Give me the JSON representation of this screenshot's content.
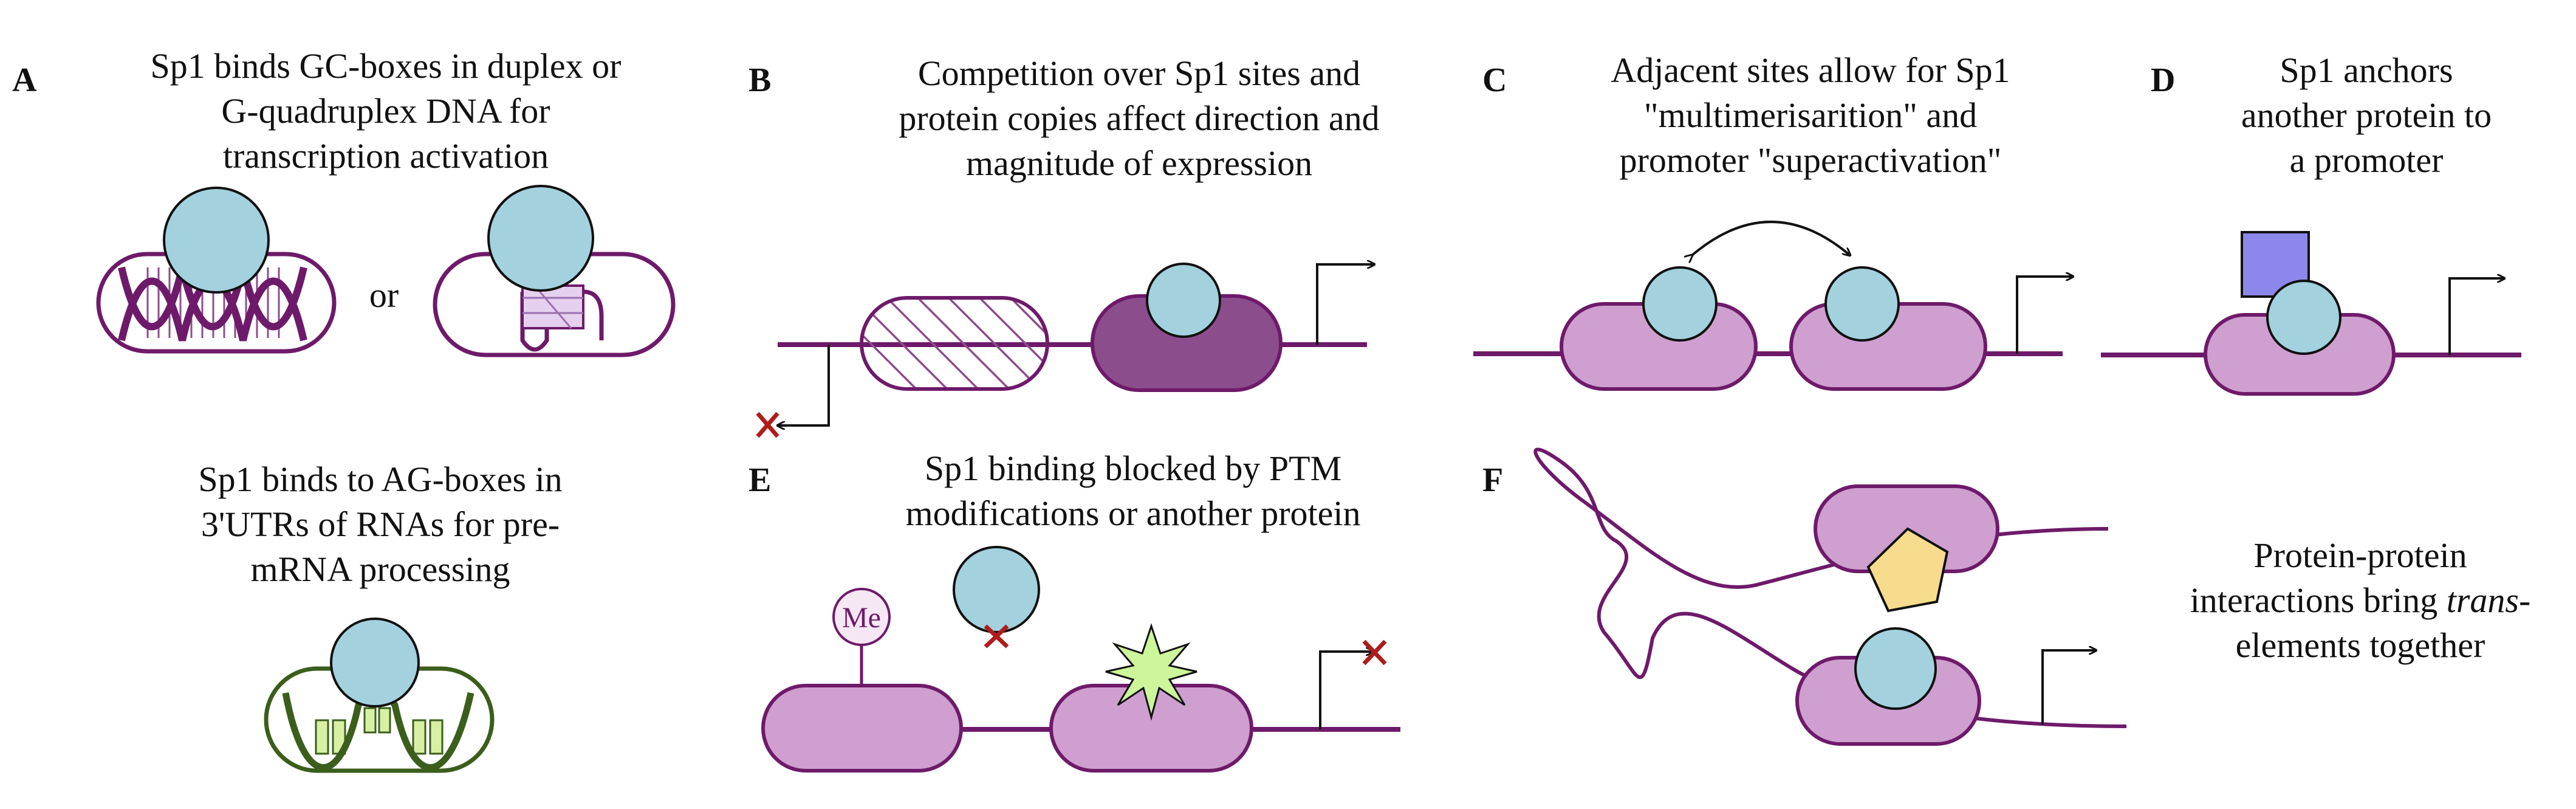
{
  "panels": {
    "A": {
      "letter": "A",
      "caption_top": [
        "Sp1 binds GC-boxes in duplex or",
        "G-quadruplex DNA for",
        "transcription activation"
      ],
      "or_label": "or",
      "caption_bottom": [
        "Sp1 binds to AG-boxes in",
        "3'UTRs of RNAs for pre-",
        "mRNA processing"
      ]
    },
    "B": {
      "letter": "B",
      "caption": [
        "Competition over Sp1 sites and",
        "protein copies affect direction and",
        "magnitude of expression"
      ]
    },
    "C": {
      "letter": "C",
      "caption": [
        "Adjacent sites allow for Sp1",
        "\"multimerisarition\" and",
        "promoter \"superactivation\""
      ]
    },
    "D": {
      "letter": "D",
      "caption": [
        "Sp1 anchors",
        "another protein to",
        "a promoter"
      ]
    },
    "E": {
      "letter": "E",
      "caption": [
        "Sp1 binding blocked by PTM",
        "modifications or another protein"
      ],
      "methyl_label": "Me"
    },
    "F": {
      "letter": "F",
      "caption_line1": "Protein-protein",
      "caption_line2_pre": "interactions bring ",
      "caption_line2_italic": "trans",
      "caption_line2_post": "-",
      "caption_line3": "elements together"
    }
  },
  "colors": {
    "sp1": "#a3d1de",
    "dna": "#6e1a6a",
    "site_light": "#cf9fcf",
    "site_dark": "#8c4d8c",
    "rna": "#3b5e1c",
    "rna_fill": "#d7f0a4",
    "blocker": "#cdf59a",
    "anchored_square": "#8c87ea",
    "pentagon": "#f6dc8c",
    "x_mark": "#b01c1c"
  }
}
